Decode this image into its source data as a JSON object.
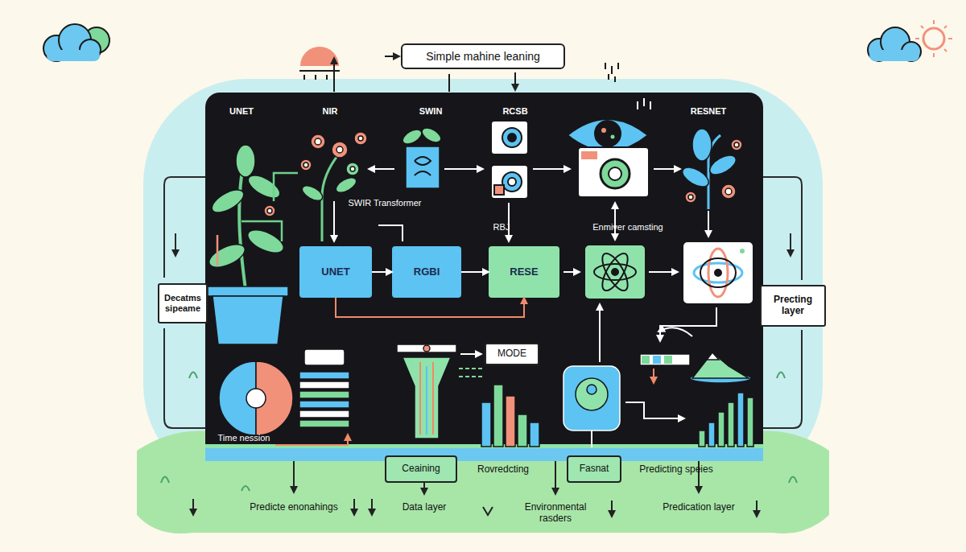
{
  "diagram": {
    "title": "Simple mahine leaning",
    "nodes": [
      {
        "text": [
          "Decatms sipeame"
        ]
      },
      {
        "text": [
          "UNET"
        ]
      },
      {
        "text": [
          "RGBI"
        ]
      },
      {
        "text": [
          "RESE"
        ]
      },
      {
        "text": [
          "MODE"
        ]
      },
      {
        "text": [
          "Ceaining"
        ]
      },
      {
        "text": [
          "Fasnat"
        ]
      },
      {
        "text": [
          "Precting layer"
        ]
      }
    ],
    "edges": [
      {
        "from": 1,
        "to": 2,
        "arrow": "to"
      },
      {
        "from": 2,
        "to": 3,
        "arrow": "to"
      },
      {
        "from": 1,
        "to": 3,
        "arrow": "to"
      }
    ],
    "labels": [
      "UNET",
      "NIR",
      "SWIN",
      "RCSB",
      "RESNET",
      "SWIR Transformer",
      "RBJ",
      "Enmiver camsting",
      "Time nession",
      "Rovredcting",
      "Predicting speies",
      "Predicte enonahings",
      "Data layer",
      "Environmental rasders",
      "Predication layer"
    ]
  }
}
